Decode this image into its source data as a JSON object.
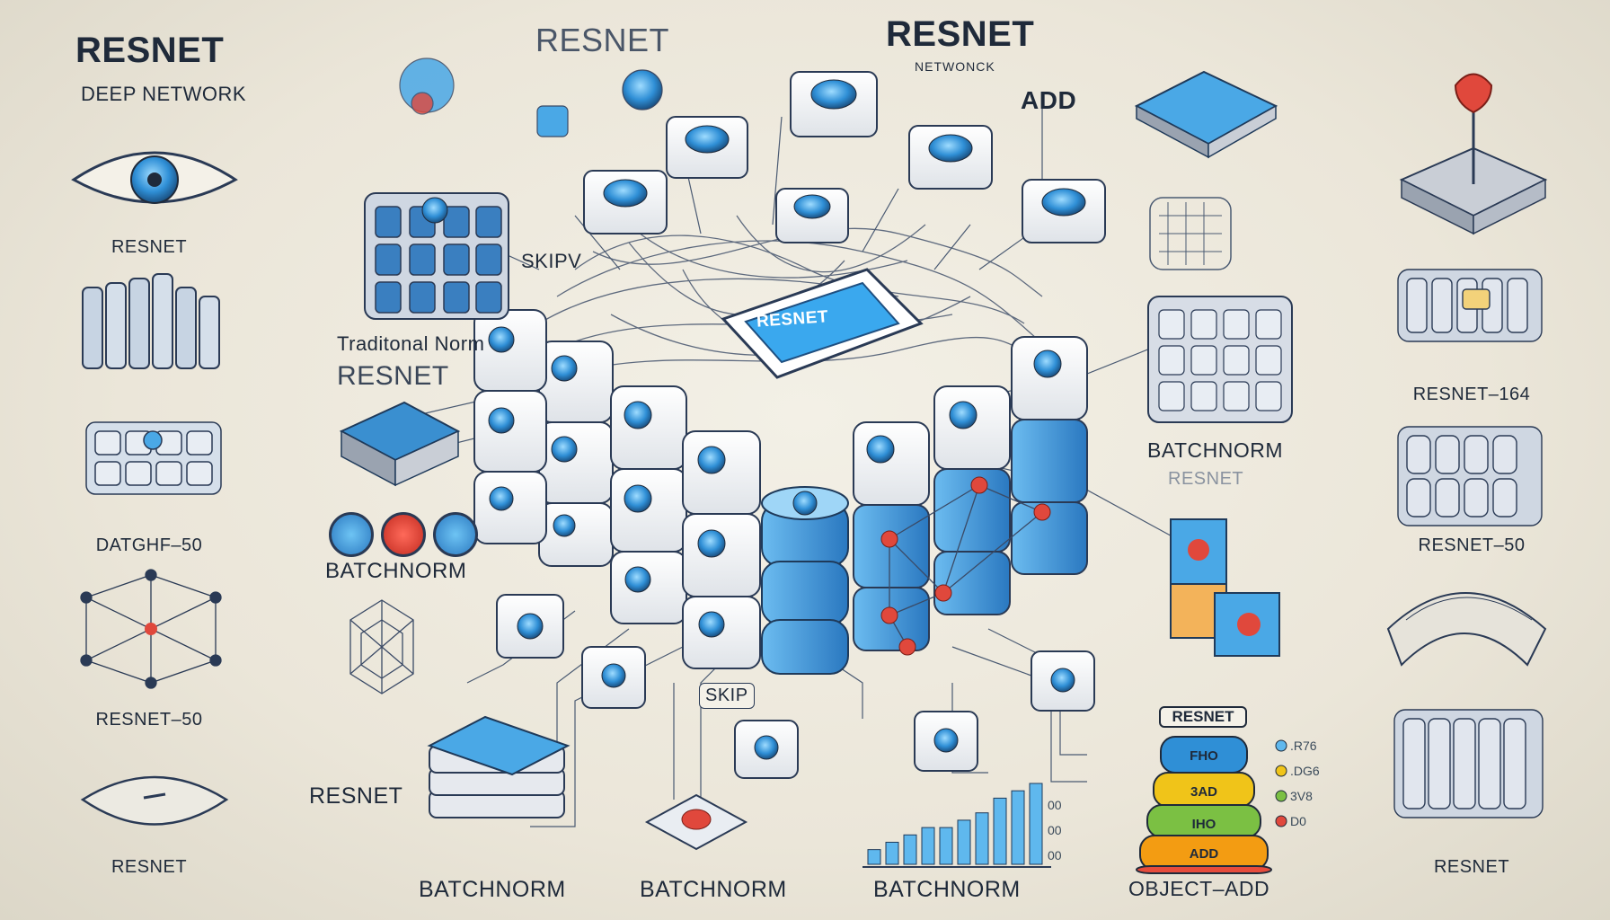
{
  "title": {
    "main": "RESNET",
    "subtitle": "DEEP NETWORK"
  },
  "top_labels": {
    "resnet_a": "RESNET",
    "resnet_b": "RESNET",
    "networck": "NETWONCK",
    "add": "ADD"
  },
  "center_chip": "RESNET",
  "mid_labels": {
    "skipv": "SKIPV",
    "traditional": "Traditonal Norm",
    "resnet_left": "RESNET",
    "batchnorm_left": "BATCHNORM",
    "batchnorm_right": "BATCHNORM",
    "resnet_right_faded": "RESNET",
    "skip": "SKIP"
  },
  "left_sidebar": [
    {
      "label": "RESNET",
      "icon": "eye-icon"
    },
    {
      "label": "",
      "icon": "layer-stack-icon"
    },
    {
      "label": "DATGHF–50",
      "icon": "block-grid-icon"
    },
    {
      "label": "RESNET–50",
      "icon": "graph-network-icon"
    },
    {
      "label": "RESNET",
      "icon": "lens-icon"
    }
  ],
  "right_sidebar": [
    {
      "label": "",
      "icon": "pin-platform-icon"
    },
    {
      "label": "RESNET–164",
      "icon": "cylinder-grid-icon"
    },
    {
      "label": "RESNET–50",
      "icon": "cylinder-grid-icon"
    },
    {
      "label": "",
      "icon": "curved-sheet-icon"
    },
    {
      "label": "RESNET",
      "icon": "cylinder-cube-icon"
    }
  ],
  "bottom_labels": {
    "resnet": "RESNET",
    "batchnorm_1": "BATCHNORM",
    "batchnorm_2": "BATCHNORM",
    "batchnorm_3": "BATCHNORM",
    "object_add": "OBJECT–ADD"
  },
  "stack_pyramid": {
    "header": "RESNET",
    "layers": [
      "FHO",
      "3AD",
      "IHO",
      "ADD"
    ],
    "side_tags": [
      ".R76",
      ".DG6",
      "3V8",
      "D0"
    ],
    "colors": [
      "#2f8fd6",
      "#f0c419",
      "#7bc043",
      "#f39c12",
      "#e74c3c"
    ]
  },
  "chart_values": [
    2,
    3,
    4,
    5,
    5,
    6,
    7,
    9,
    10,
    11
  ],
  "chart_side_ticks": [
    "00",
    "00",
    "00"
  ],
  "left_buttons": [
    "#3aa0e0",
    "#d9342b",
    "#3aa0e0"
  ],
  "palette": {
    "blue": "#2f8fd6",
    "light_blue": "#5fb8ee",
    "red": "#e0483c",
    "dark": "#2a3a55"
  }
}
